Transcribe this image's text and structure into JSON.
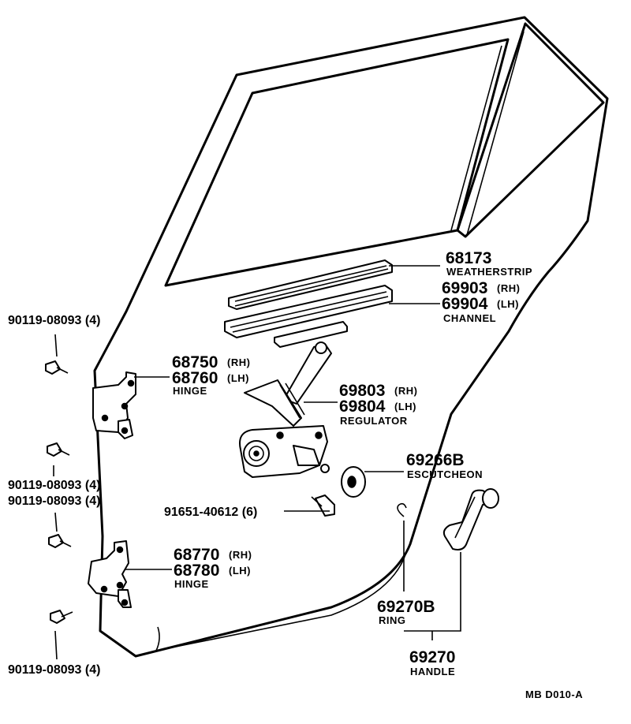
{
  "diagram_code": "MB  D010-A",
  "parts": {
    "weatherstrip": {
      "number": "68173",
      "name": "WEATHERSTRIP"
    },
    "channel": {
      "number_rh": "69903",
      "side_rh": "(RH)",
      "number_lh": "69904",
      "side_lh": "(LH)",
      "name": "CHANNEL"
    },
    "upper_hinge": {
      "number_rh": "68750",
      "side_rh": "(RH)",
      "number_lh": "68760",
      "side_lh": "(LH)",
      "name": "HINGE"
    },
    "regulator": {
      "number_rh": "69803",
      "side_rh": "(RH)",
      "number_lh": "69804",
      "side_lh": "(LH)",
      "name": "REGULATOR"
    },
    "escutcheon": {
      "number": "69266B",
      "name": "ESCUTCHEON"
    },
    "lower_hinge": {
      "number_rh": "68770",
      "side_rh": "(RH)",
      "number_lh": "68780",
      "side_lh": "(LH)",
      "name": "HINGE"
    },
    "regulator_bolt": {
      "label": "91651-40612 (6)"
    },
    "ring": {
      "number": "69270B",
      "name": "RING"
    },
    "handle": {
      "number": "69270",
      "name": "HANDLE"
    },
    "bolt_1": {
      "label": "90119-08093 (4)"
    },
    "bolt_2": {
      "label": "90119-08093 (4)"
    },
    "bolt_3": {
      "label": "90119-08093 (4)"
    },
    "bolt_4": {
      "label": "90119-08093 (4)"
    }
  }
}
